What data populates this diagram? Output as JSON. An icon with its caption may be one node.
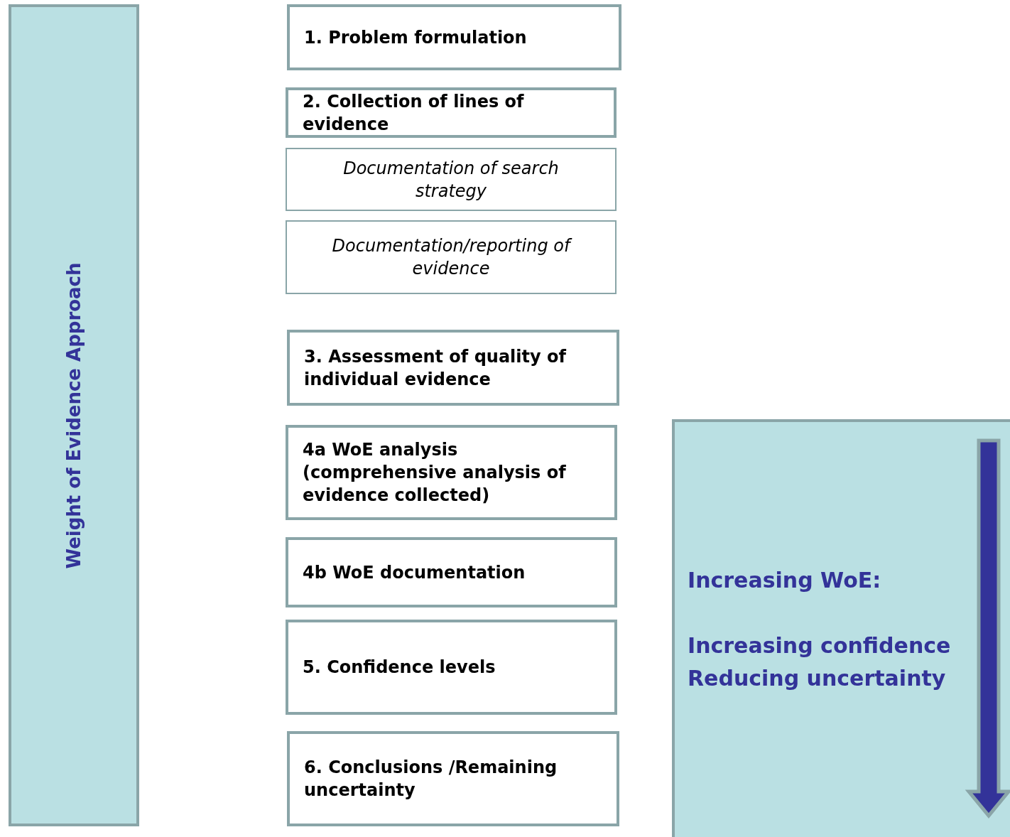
{
  "diagram": {
    "nodes": [
      {
        "text": [
          "Weight of Evidence Approach"
        ]
      },
      {
        "text": [
          "1. Problem formulation"
        ]
      },
      {
        "text": [
          "2. Collection of lines of evidence"
        ]
      },
      {
        "text": [
          "Documentation of search strategy"
        ]
      },
      {
        "text": [
          "Documentation/reporting of evidence"
        ]
      },
      {
        "text": [
          "3. Assessment of quality of individual evidence"
        ]
      },
      {
        "text": [
          "4a WoE analysis (comprehensive analysis of evidence collected)"
        ]
      },
      {
        "text": [
          "4b WoE documentation"
        ]
      },
      {
        "text": [
          "5. Confidence levels"
        ]
      },
      {
        "text": [
          "6. Conclusions /Remaining uncertainty"
        ]
      },
      {
        "text": [
          "Increasing WoE:",
          "Increasing confidence",
          "Reducing uncertainty"
        ]
      }
    ]
  }
}
